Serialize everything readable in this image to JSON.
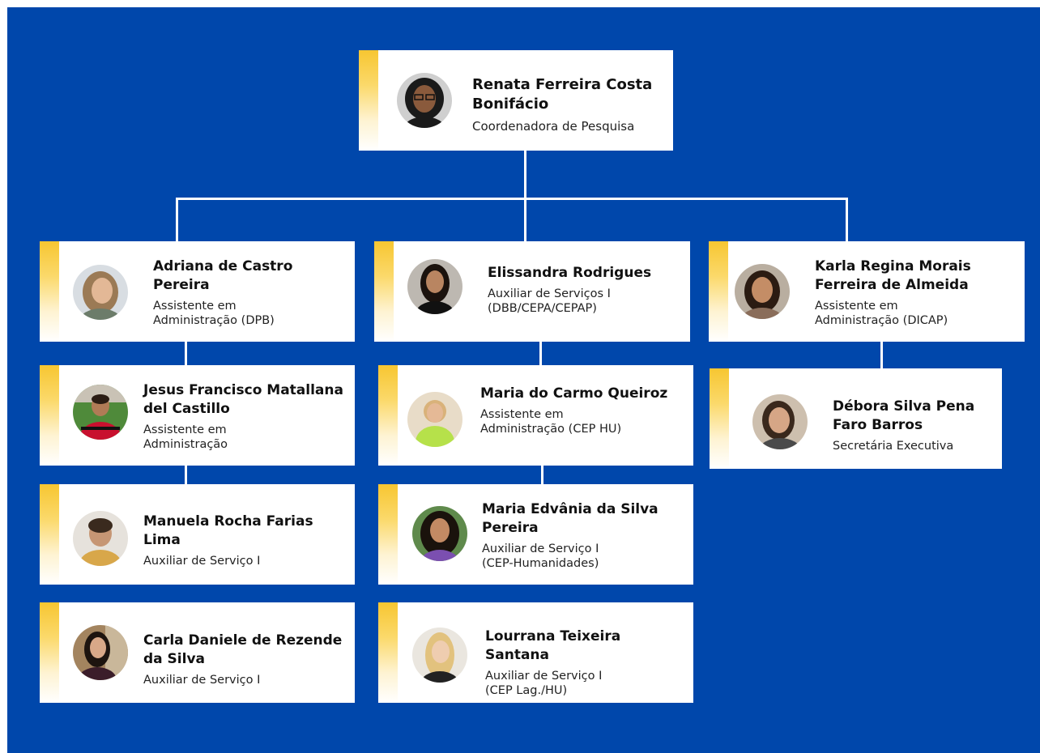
{
  "colors": {
    "background": "#0047AB",
    "card": "#FFFFFF",
    "accent": "#F7C631",
    "connector": "#FFFFFF"
  },
  "top": {
    "name": "Renata Ferreira Costa Bonifácio",
    "role": "Coordenadora de Pesquisa",
    "icon": "person-avatar-icon"
  },
  "columns": [
    {
      "members": [
        {
          "name": "Adriana de Castro Pereira",
          "role": "Assistente em\nAdministração (DPB)",
          "icon": "person-avatar-icon"
        },
        {
          "name": "Jesus Francisco Matallana del Castillo",
          "role": "Assistente em\nAdministração",
          "icon": "person-avatar-icon"
        },
        {
          "name": "Manuela Rocha Farias Lima",
          "role": "Auxiliar de Serviço I",
          "icon": "person-avatar-icon"
        },
        {
          "name": "Carla Daniele de Rezende da Silva",
          "role": "Auxiliar de Serviço I",
          "icon": "person-avatar-icon"
        }
      ]
    },
    {
      "members": [
        {
          "name": "Elissandra Rodrigues",
          "role": "Auxiliar de Serviços I\n(DBB/CEPA/CEPAP)",
          "icon": "person-avatar-icon"
        },
        {
          "name": "Maria do Carmo Queiroz",
          "role": "Assistente em\nAdministração (CEP HU)",
          "icon": "person-avatar-icon"
        },
        {
          "name": "Maria Edvânia da Silva Pereira",
          "role": "Auxiliar de Serviço I\n(CEP-Humanidades)",
          "icon": "person-avatar-icon"
        },
        {
          "name": "Lourrana Teixeira Santana",
          "role": "Auxiliar de Serviço I\n(CEP Lag./HU)",
          "icon": "person-avatar-icon"
        }
      ]
    },
    {
      "members": [
        {
          "name": "Karla Regina Morais Ferreira de Almeida",
          "role": "Assistente em\nAdministração (DICAP)",
          "icon": "person-avatar-icon"
        },
        {
          "name": "Débora Silva Pena Faro Barros",
          "role": "Secretária Executiva",
          "icon": "person-avatar-icon"
        }
      ]
    }
  ]
}
